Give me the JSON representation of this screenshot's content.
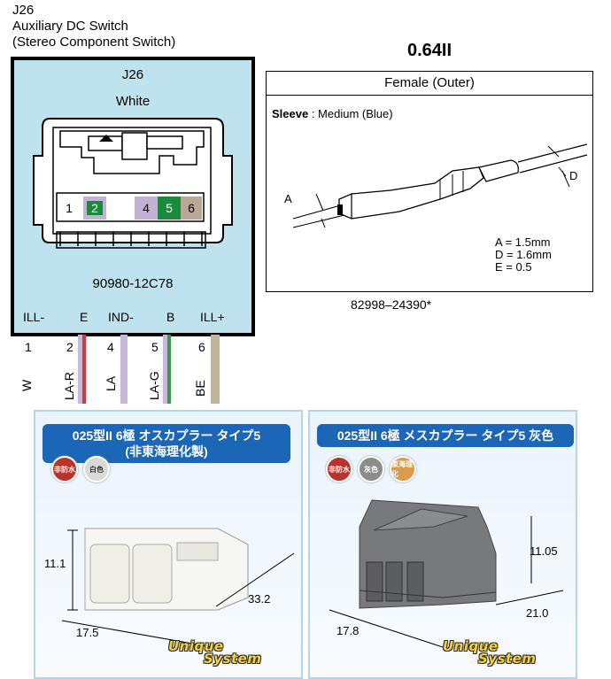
{
  "header": {
    "code": "J26",
    "name": "Auxiliary DC Switch",
    "subname": "(Stereo Component Switch)"
  },
  "connector": {
    "code": "J26",
    "color": "White",
    "part_number": "90980-12C78",
    "pins": [
      {
        "num": "1",
        "fill": "#ffffff"
      },
      {
        "num": "2",
        "fill": "#c4b2d6",
        "inner": "#1a8a3c"
      },
      {
        "num": "",
        "fill": "#ffffff"
      },
      {
        "num": "4",
        "fill": "#c4b2d6"
      },
      {
        "num": "5",
        "fill": "#1a8a3c"
      },
      {
        "num": "6",
        "fill": "#bba894"
      }
    ],
    "signals": [
      "ILL-",
      "E",
      "IND-",
      "B",
      "ILL+"
    ]
  },
  "wires": [
    {
      "num": "1",
      "code": "W",
      "colors": []
    },
    {
      "num": "2",
      "code": "LA-R",
      "colors": [
        "#c9b7d8",
        "#d23a3a"
      ]
    },
    {
      "num": "4",
      "code": "LA",
      "colors": [
        "#c9b7d8"
      ]
    },
    {
      "num": "5",
      "code": "LA-G",
      "colors": [
        "#c9b7d8",
        "#3a9a4a"
      ]
    },
    {
      "num": "6",
      "code": "BE",
      "colors": [
        "#c2b29e"
      ]
    }
  ],
  "terminal": {
    "size": "0.64II",
    "type": "Female (Outer)",
    "sleeve_label": "Sleeve",
    "sleeve_value": ": Medium (Blue)",
    "dims": [
      "A = 1.5mm",
      "D = 1.6mm",
      "E = 0.5"
    ],
    "label_a": "A",
    "label_d": "D",
    "part_number": "82998–24390*"
  },
  "products": [
    {
      "title": "025型II 6極 オスカプラー タイプ5",
      "subtitle": "(非東海理化製)",
      "badges": [
        {
          "text": "非防水",
          "color": "#b8342a"
        },
        {
          "text": "白色",
          "color": "#d9d9d9"
        }
      ],
      "dims": [
        "11.1",
        "33.2",
        "17.5"
      ],
      "logo": [
        "Unique",
        "System"
      ]
    },
    {
      "title": "025型II 6極 メスカプラー タイプ5 灰色",
      "badges": [
        {
          "text": "非防水",
          "color": "#b8342a"
        },
        {
          "text": "灰色",
          "color": "#8c8c8c"
        },
        {
          "text": "東海理化",
          "color": "#d89c4c"
        }
      ],
      "dims": [
        "11.05",
        "21.0",
        "17.8"
      ],
      "logo": [
        "Unique",
        "System"
      ]
    }
  ]
}
